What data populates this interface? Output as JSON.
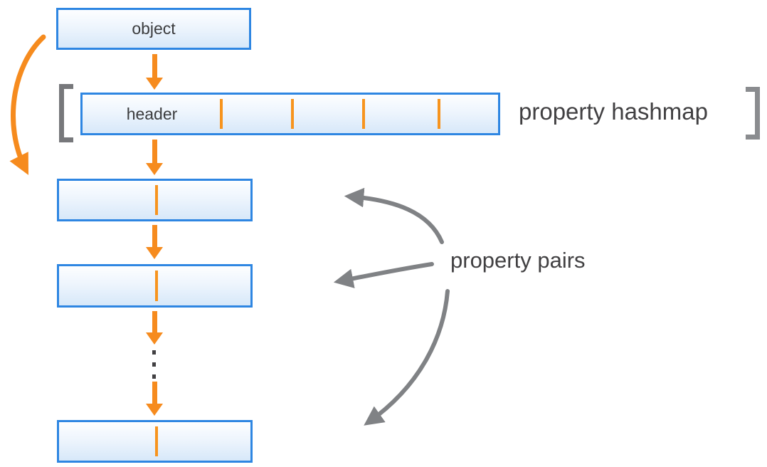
{
  "diagram": {
    "object_box": {
      "label": "object"
    },
    "hashmap_row": {
      "header_label": "header",
      "caption": "property hashmap",
      "slot_count": 5
    },
    "property_pairs": {
      "caption": "property pairs",
      "box_count": 3
    },
    "colors": {
      "box_border_blue": "#2e86e2",
      "box_fill_top": "#fdfeff",
      "box_fill_bottom": "#d7e8f9",
      "arrow_orange": "#f68b1e",
      "tick_orange": "#f7941e",
      "arrow_gray": "#808285",
      "bracket_gray": "#77787b",
      "text": "#3b3c3e"
    }
  }
}
